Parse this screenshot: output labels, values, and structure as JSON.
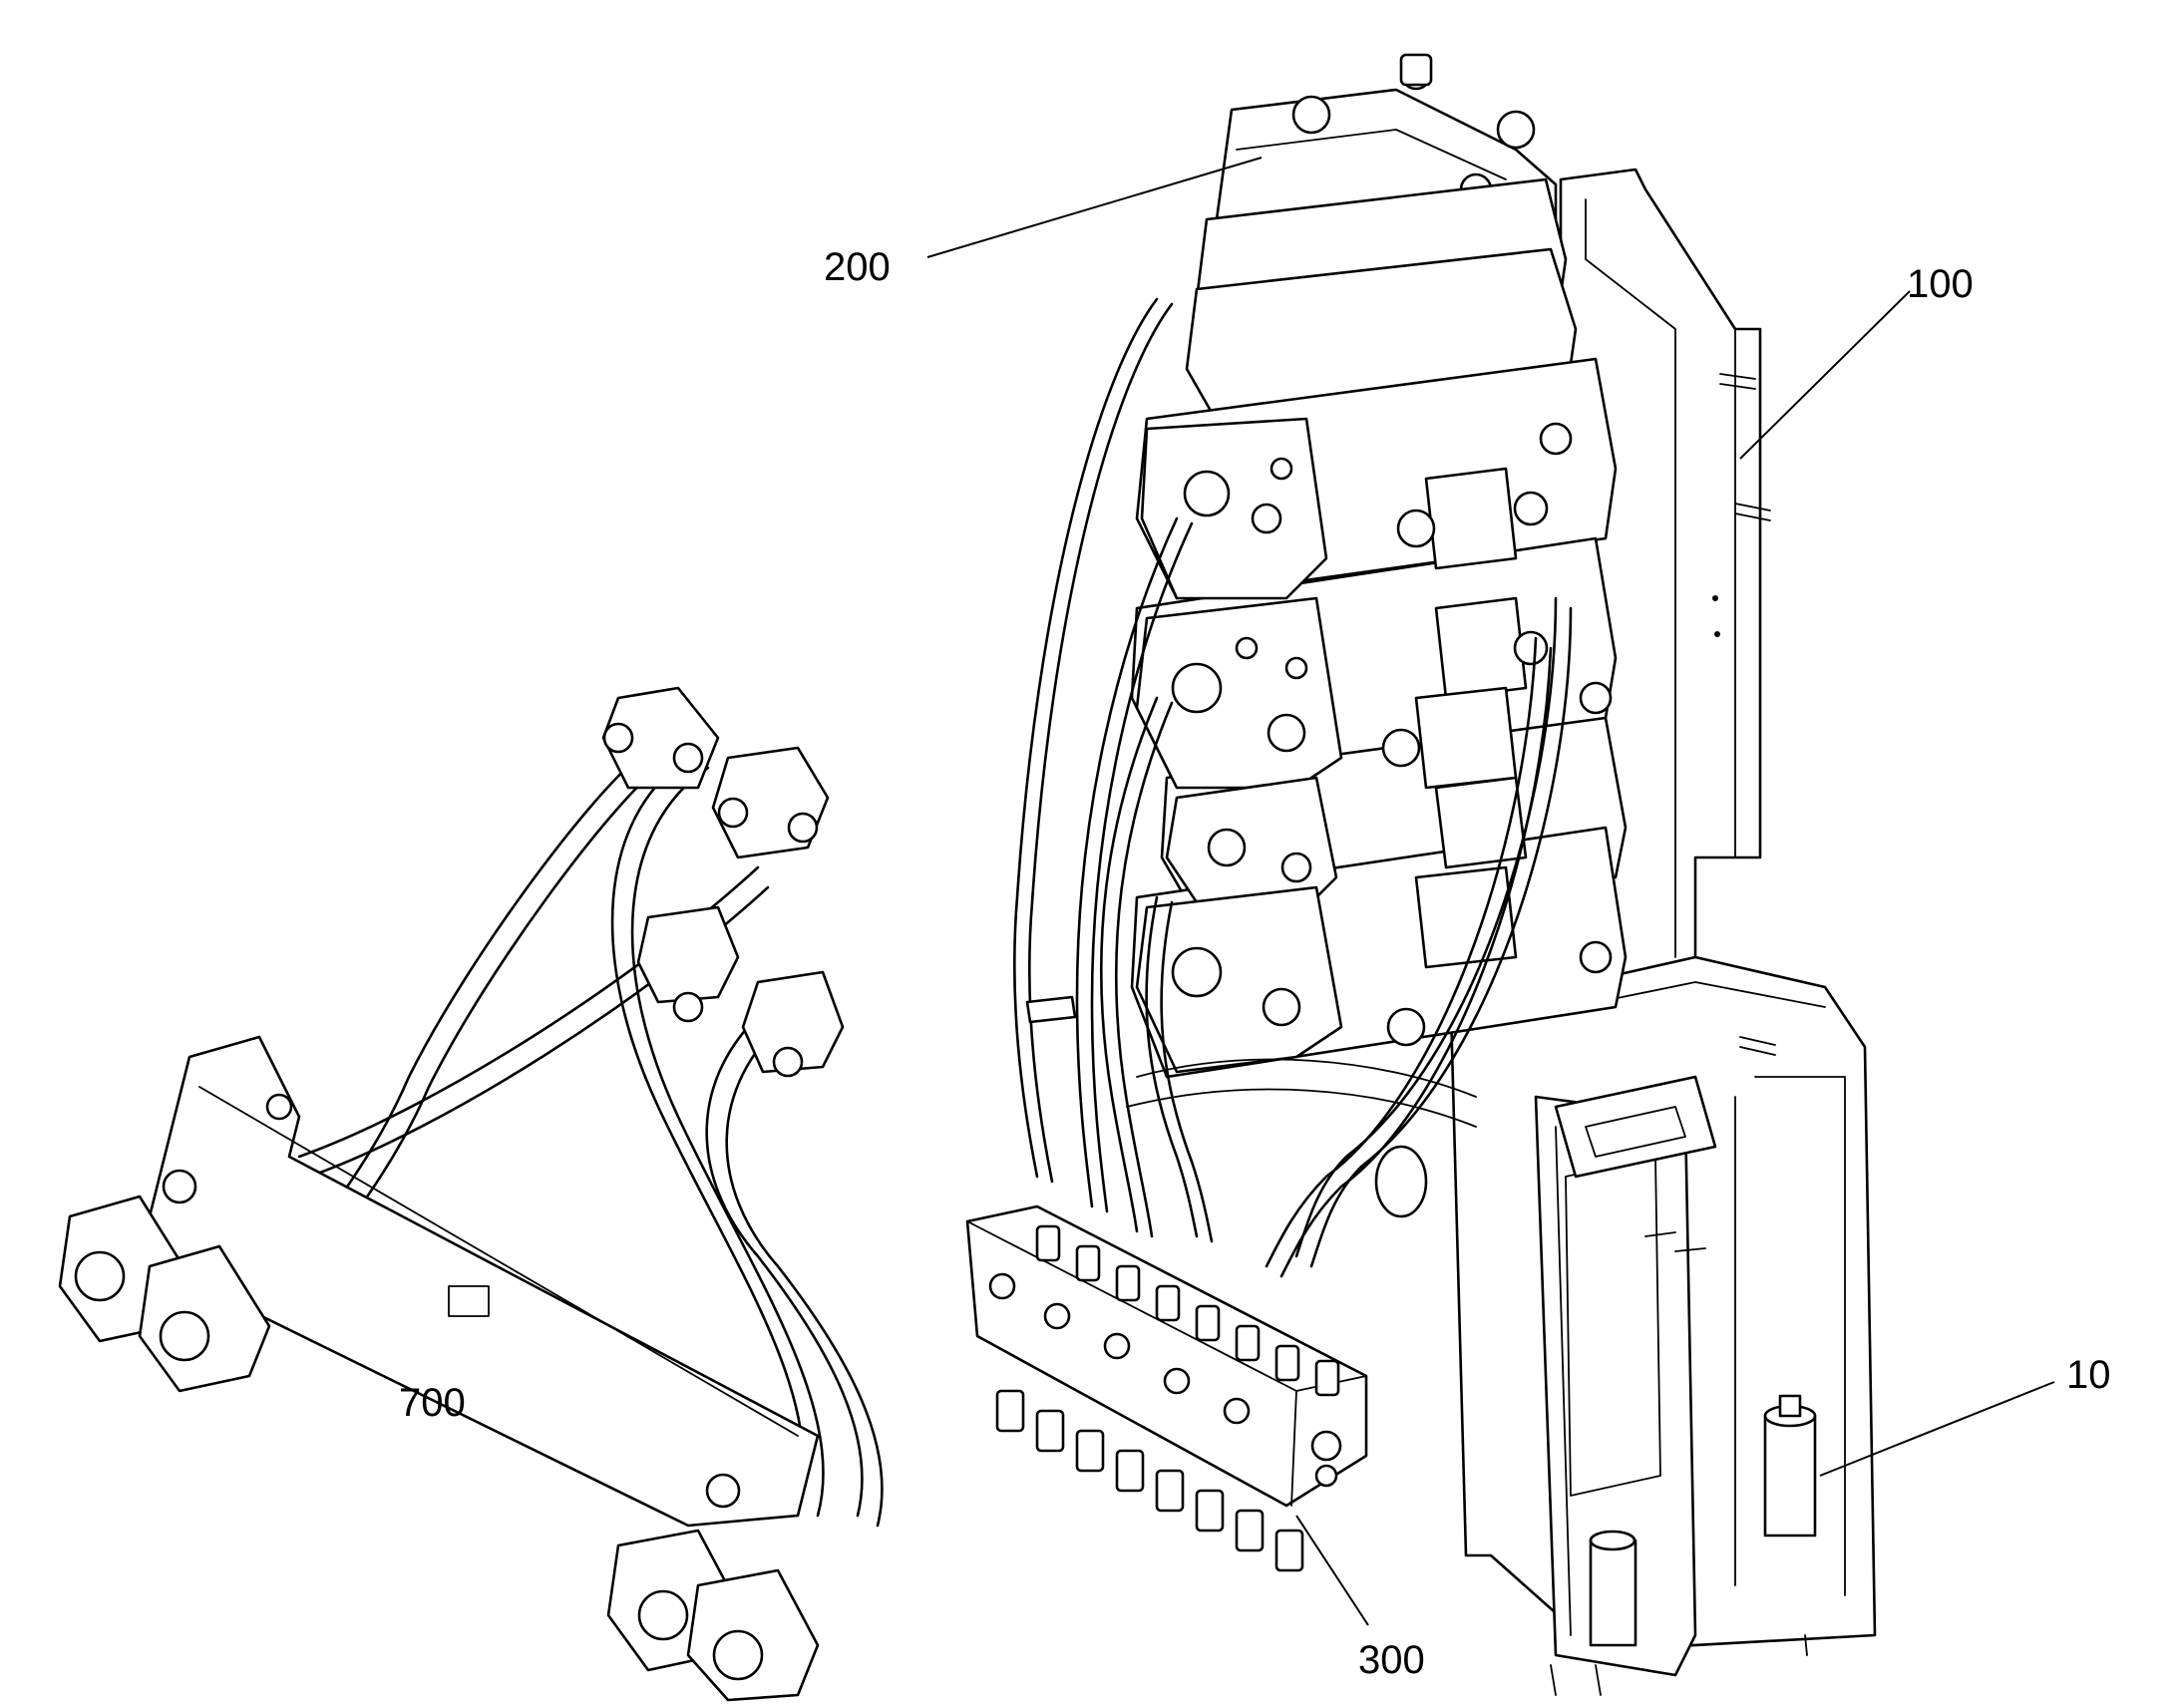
{
  "figure": {
    "reference_labels": {
      "label_200": "200",
      "label_100": "100",
      "label_700": "700",
      "label_10": "10",
      "label_300": "300"
    }
  }
}
